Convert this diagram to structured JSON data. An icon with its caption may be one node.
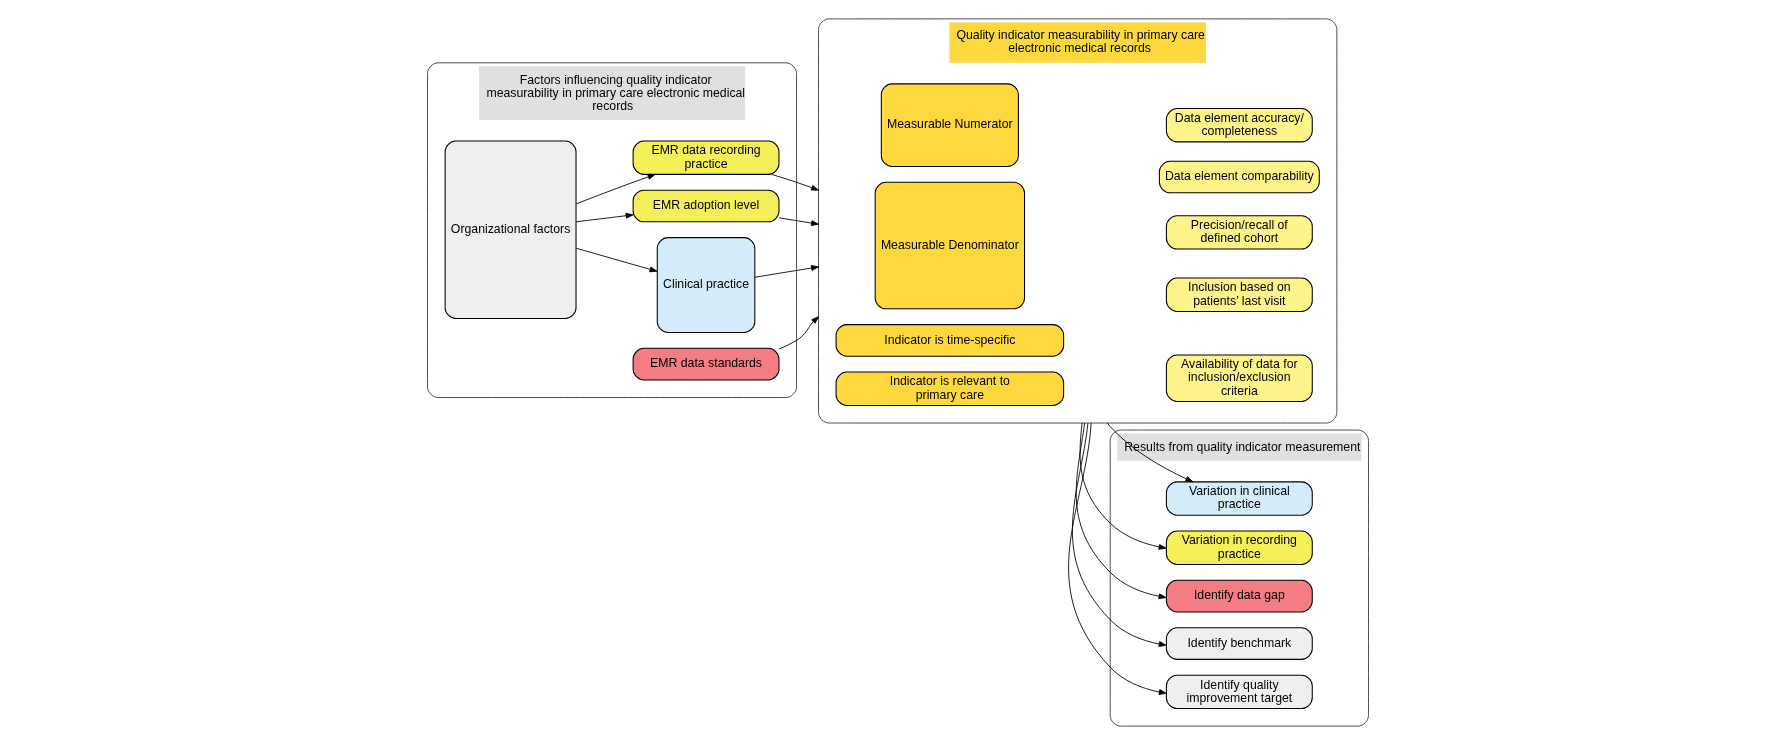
{
  "diagram": {
    "nodes": [
      {
        "text": [
          "Factors influencing quality indicator measurability in primary care electronic medical records"
        ]
      },
      {
        "text": [
          "Organizational factors"
        ],
        "in": 0
      },
      {
        "text": [
          "Clinical practice"
        ],
        "in": 0
      },
      {
        "text": [
          "EMR adoption level"
        ],
        "in": 0
      },
      {
        "text": [
          "EMR data recording practice"
        ],
        "in": 0
      },
      {
        "text": [
          "EMR data standards"
        ],
        "in": 0
      },
      {
        "text": [
          "Quality indicator measurability in primary care electronic medical records"
        ]
      },
      {
        "text": [
          "Measurable Numerator"
        ],
        "in": 6
      },
      {
        "text": [
          "Data element accuracy/ completeness"
        ],
        "in": 6
      },
      {
        "text": [
          "Data element comparability"
        ],
        "in": 6
      },
      {
        "text": [
          "Measurable Denominator"
        ],
        "in": 6
      },
      {
        "text": [
          "Precision/recall of defined cohort"
        ],
        "in": 6
      },
      {
        "text": [
          "Inclusion based on patients’ last visit"
        ],
        "in": 6
      },
      {
        "text": [
          "Availability of data for inclusion/exclusion criteria"
        ],
        "in": 6
      },
      {
        "text": [
          "Indicator is time-specific"
        ],
        "in": 6
      },
      {
        "text": [
          "Indicator is relevant to primary care"
        ],
        "in": 6
      },
      {
        "text": [
          "Results from quality indicator measurement"
        ]
      },
      {
        "text": [
          "Variation in clinical practice"
        ],
        "in": 16
      },
      {
        "text": [
          "Variation in recording practice"
        ],
        "in": 16
      },
      {
        "text": [
          "Identify data gap"
        ],
        "in": 16
      },
      {
        "text": [
          "Identify benchmark"
        ],
        "in": 16
      },
      {
        "text": [
          "Identify quality improvement target"
        ],
        "in": 16
      }
    ],
    "edges": [
      {
        "from": 1,
        "to": 2,
        "arrow": "to"
      },
      {
        "from": 1,
        "to": 3,
        "arrow": "to"
      },
      {
        "from": 1,
        "to": 4,
        "arrow": "to"
      },
      {
        "from": 2,
        "to": 6,
        "arrow": "to"
      },
      {
        "from": 3,
        "to": 6,
        "arrow": "to"
      },
      {
        "from": 4,
        "to": 6,
        "arrow": "to"
      },
      {
        "from": 5,
        "to": 6,
        "arrow": "to"
      },
      {
        "from": 6,
        "to": 17,
        "arrow": "to"
      },
      {
        "from": 6,
        "to": 18,
        "arrow": "to"
      },
      {
        "from": 6,
        "to": 19,
        "arrow": "to"
      },
      {
        "from": 6,
        "to": 20,
        "arrow": "to"
      },
      {
        "from": 6,
        "to": 21,
        "arrow": "to"
      }
    ]
  }
}
